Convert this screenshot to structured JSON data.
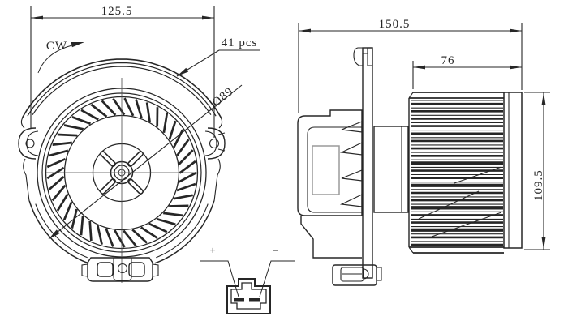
{
  "front_view": {
    "width_dim": "125.5",
    "rotation_label": "CW",
    "blade_count_label": "41 pcs",
    "diameter_label": "Ø89"
  },
  "side_view": {
    "overall_width_dim": "150.5",
    "wheel_width_dim": "76",
    "wheel_height_dim": "109.5"
  },
  "connector_detail": {
    "positive_label": "+",
    "negative_label": "−"
  },
  "colors": {
    "line": "#262626",
    "centerline": "#4a4a4a",
    "muted": "#9a9a9a",
    "background": "#ffffff"
  }
}
